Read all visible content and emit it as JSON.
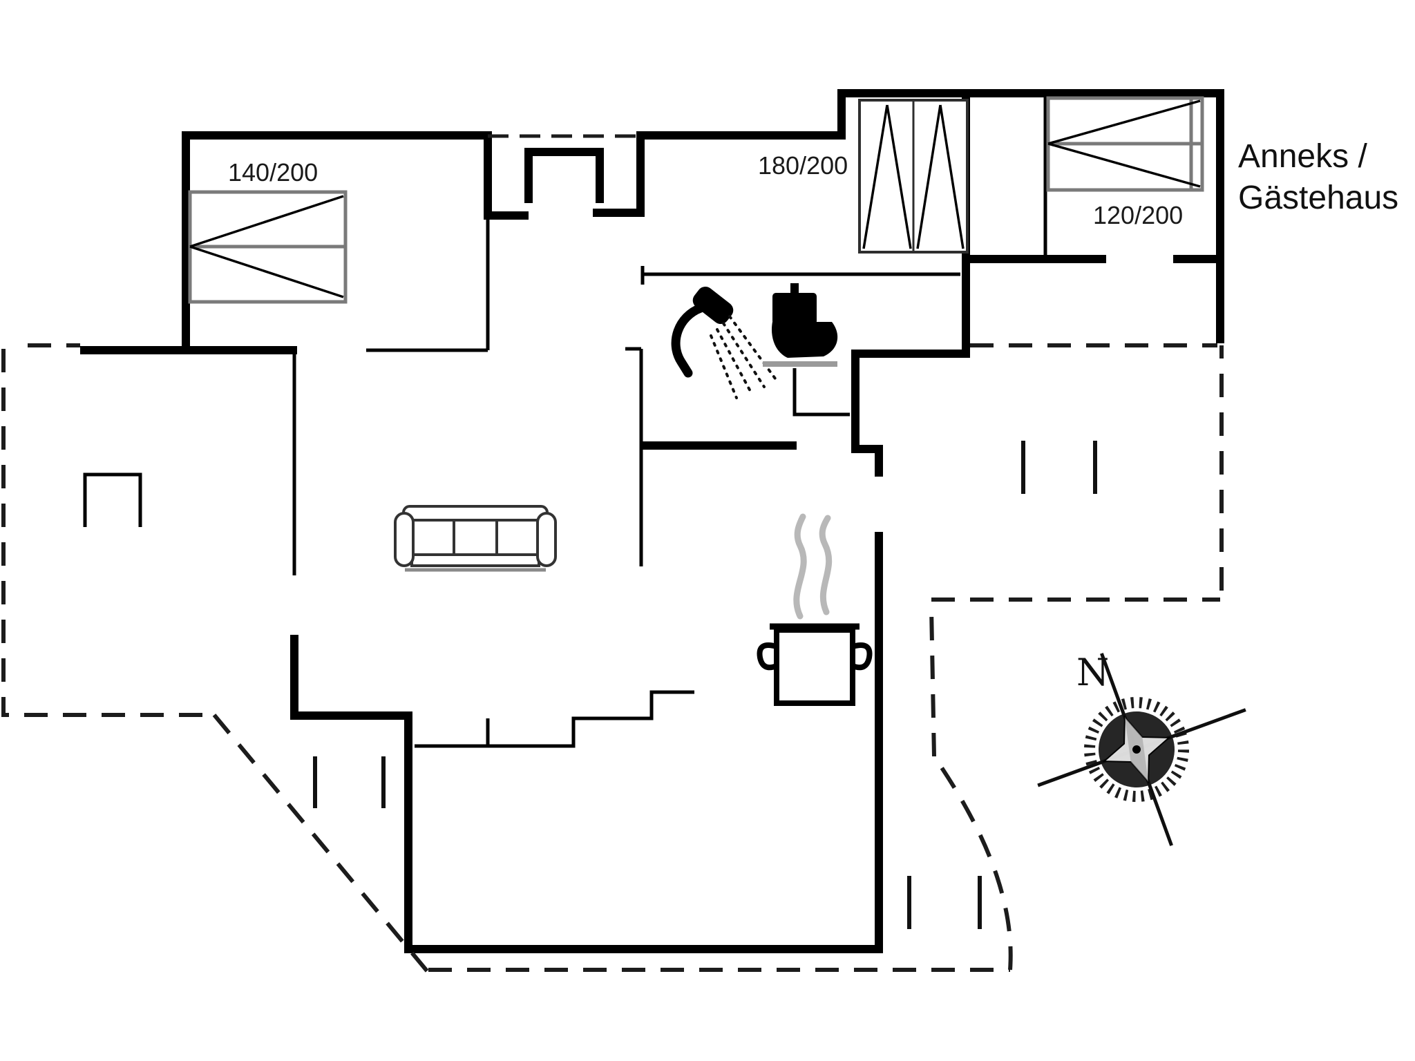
{
  "labels": {
    "bed_tl": "140/200",
    "bed_mid": "180/200",
    "bed_annex": "120/200",
    "annex_line1": "Anneks /",
    "annex_line2": "Gästehaus",
    "compass_north": "N"
  },
  "icons": {
    "shower": "shower-icon",
    "toilet": "toilet-icon",
    "sofa": "sofa-icon",
    "pot": "cooking-pot-icon",
    "compass": "compass-rose-icon",
    "beds": [
      "double-bed-symbol-140x200",
      "double-bed-symbol-180x200",
      "single-bed-symbol-120x200"
    ]
  },
  "colors": {
    "bg": "#ffffff",
    "wall": "#000000",
    "bedline": "#7a7a7a",
    "steam": "#b8b8b8",
    "icon": "#000000"
  }
}
